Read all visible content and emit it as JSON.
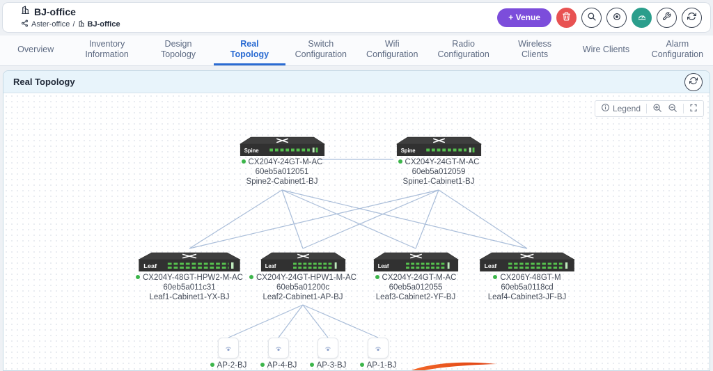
{
  "header": {
    "site_title": "BJ-office",
    "breadcrumb": {
      "parent": "Aster-office",
      "separator": "/",
      "current": "BJ-office"
    },
    "venue_button_label": "+ Venue",
    "action_icons": [
      "trash-icon",
      "search-icon",
      "target-icon",
      "gauge-icon",
      "wrench-icon",
      "refresh-icon"
    ]
  },
  "tabs": [
    {
      "label": "Overview",
      "active": false
    },
    {
      "label": "Inventory Information",
      "active": false
    },
    {
      "label": "Design Topology",
      "active": false
    },
    {
      "label": "Real Topology",
      "active": true
    },
    {
      "label": "Switch Configuration",
      "active": false
    },
    {
      "label": "Wifi Configuration",
      "active": false
    },
    {
      "label": "Radio Configuration",
      "active": false
    },
    {
      "label": "Wireless Clients",
      "active": false
    },
    {
      "label": "Wire Clients",
      "active": false
    },
    {
      "label": "Alarm Configuration",
      "active": false
    }
  ],
  "panel": {
    "title": "Real Topology"
  },
  "canvas_toolbar": {
    "legend_label": "Legend"
  },
  "topology": {
    "spines": [
      {
        "type_label": "Spine",
        "model": "CX204Y-24GT-M-AC",
        "serial": "60eb5a012051",
        "name": "Spine2-Cabinet1-BJ",
        "status": "up"
      },
      {
        "type_label": "Spine",
        "model": "CX204Y-24GT-M-AC",
        "serial": "60eb5a012059",
        "name": "Spine1-Cabinet1-BJ",
        "status": "up"
      }
    ],
    "leaves": [
      {
        "type_label": "Leaf",
        "model": "CX204Y-48GT-HPW2-M-AC",
        "serial": "60eb5a011c31",
        "name": "Leaf1-Cabinet1-YX-BJ",
        "status": "up"
      },
      {
        "type_label": "Leaf",
        "model": "CX204Y-24GT-HPW1-M-AC",
        "serial": "60eb5a01200c",
        "name": "Leaf2-Cabinet1-AP-BJ",
        "status": "up"
      },
      {
        "type_label": "Leaf",
        "model": "CX204Y-24GT-M-AC",
        "serial": "60eb5a012055",
        "name": "Leaf3-Cabinet2-YF-BJ",
        "status": "up"
      },
      {
        "type_label": "Leaf",
        "model": "CX206Y-48GT-M",
        "serial": "60eb5a0118cd",
        "name": "Leaf4-Cabinet3-JF-BJ",
        "status": "up"
      }
    ],
    "aps": [
      {
        "name": "AP-2-BJ",
        "status": "up"
      },
      {
        "name": "AP-4-BJ",
        "status": "up"
      },
      {
        "name": "AP-3-BJ",
        "status": "up"
      },
      {
        "name": "AP-1-BJ",
        "status": "up"
      }
    ]
  },
  "colors": {
    "accent_blue": "#2a6bd2",
    "venue_purple": "#7c4ddb",
    "danger_red": "#e85252",
    "teal": "#2b9e8c",
    "status_green": "#3cb54a",
    "topology_link": "#a9bdd9",
    "panel_header_bg": "#e8f4fb"
  }
}
